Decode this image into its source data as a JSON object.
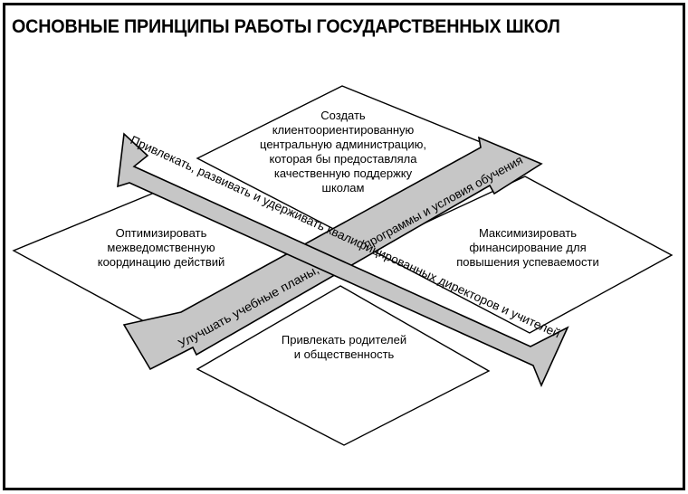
{
  "title": "ОСНОВНЫЕ ПРИНЦИПЫ РАБОТЫ ГОСУДАРСТВЕННЫХ ШКОЛ",
  "diamonds": {
    "top": [
      "Создать",
      "клиентоориентированную",
      "центральную администрацию,",
      "которая бы предоставляла",
      "качественную поддержку",
      "школам"
    ],
    "left": [
      "Оптимизировать",
      "межведомственную",
      "координацию действий"
    ],
    "right": [
      "Максимизировать",
      "финансирование для",
      "повышения успеваемости"
    ],
    "bottom": [
      "Привлекать родителей",
      "и общественность"
    ]
  },
  "arrows": {
    "descending": "Привлекать, развивать и удерживать квалифицированных директоров и учителей",
    "ascending_lower": "Улучшать учебные планы,",
    "ascending_upper": "программы и условия обучения"
  },
  "colors": {
    "arrow_fill": "#c6c6c6",
    "border": "#000000",
    "background": "#ffffff"
  }
}
